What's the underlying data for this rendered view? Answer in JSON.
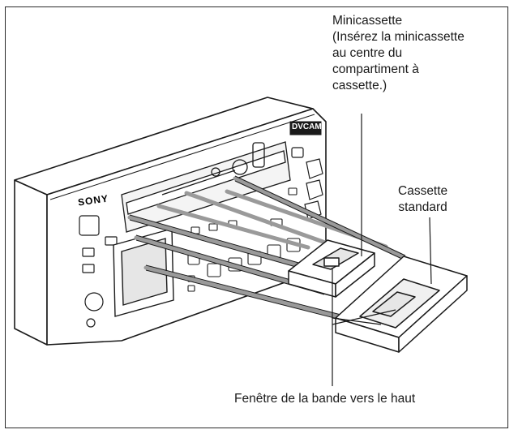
{
  "labels": {
    "minicassette": "Minicassette\n(Insérez la minicassette\nau centre du\ncompartiment à\ncassette.)",
    "standard": "Cassette\nstandard",
    "window_up": "Fenêtre de la bande vers le haut"
  },
  "device": {
    "brand": "SONY",
    "badge": "DVCAM"
  },
  "colors": {
    "line": "#1a1a1a",
    "guide": "#9a9a9a",
    "panel": "#f4f4f4",
    "screen": "#e6e6e6"
  }
}
